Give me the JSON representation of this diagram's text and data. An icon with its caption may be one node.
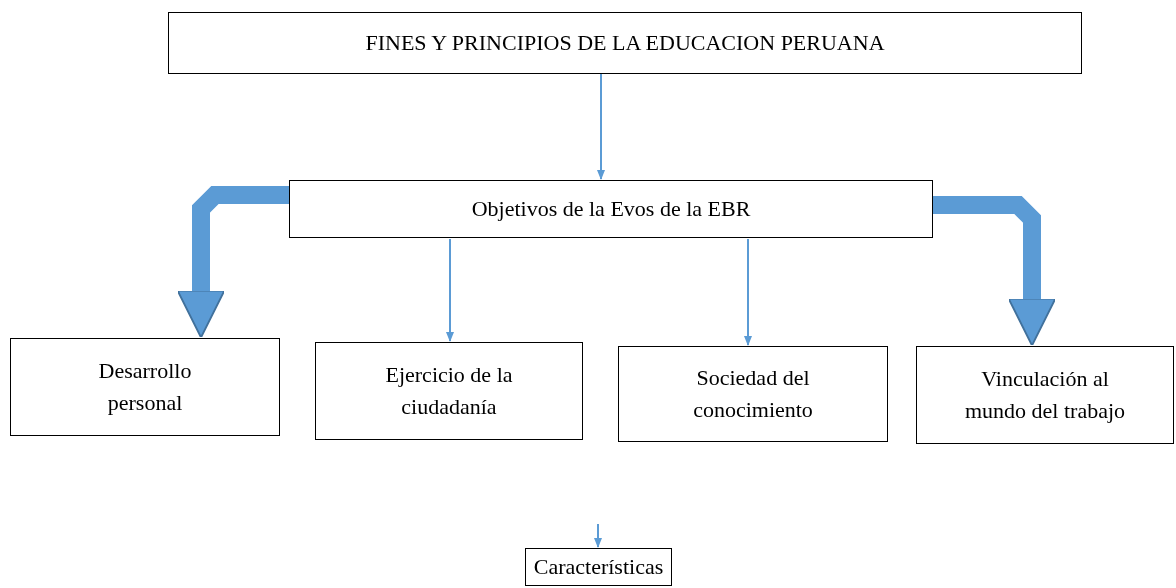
{
  "diagram": {
    "nodes": [
      {
        "text": [
          "FINES Y PRINCIPIOS DE LA EDUCACION PERUANA"
        ]
      },
      {
        "text": [
          "Objetivos de la Evos de la EBR"
        ]
      },
      {
        "text": [
          "Desarrollo personal"
        ]
      },
      {
        "text": [
          "Ejercicio de la ciudadanía"
        ]
      },
      {
        "text": [
          "Sociedad del conocimiento"
        ]
      },
      {
        "text": [
          "Vinculación al mundo del trabajo"
        ]
      },
      {
        "text": [
          "Características"
        ]
      }
    ],
    "edges": [
      {
        "from": 0,
        "to": 1,
        "arrow": "to"
      },
      {
        "from": 1,
        "to": 2,
        "arrow": "to",
        "style": "thick"
      },
      {
        "from": 1,
        "to": 3,
        "arrow": "to"
      },
      {
        "from": 1,
        "to": 4,
        "arrow": "to"
      },
      {
        "from": 1,
        "to": 5,
        "arrow": "to",
        "style": "thick"
      },
      {
        "from": null,
        "to": 6,
        "arrow": "to"
      }
    ]
  }
}
